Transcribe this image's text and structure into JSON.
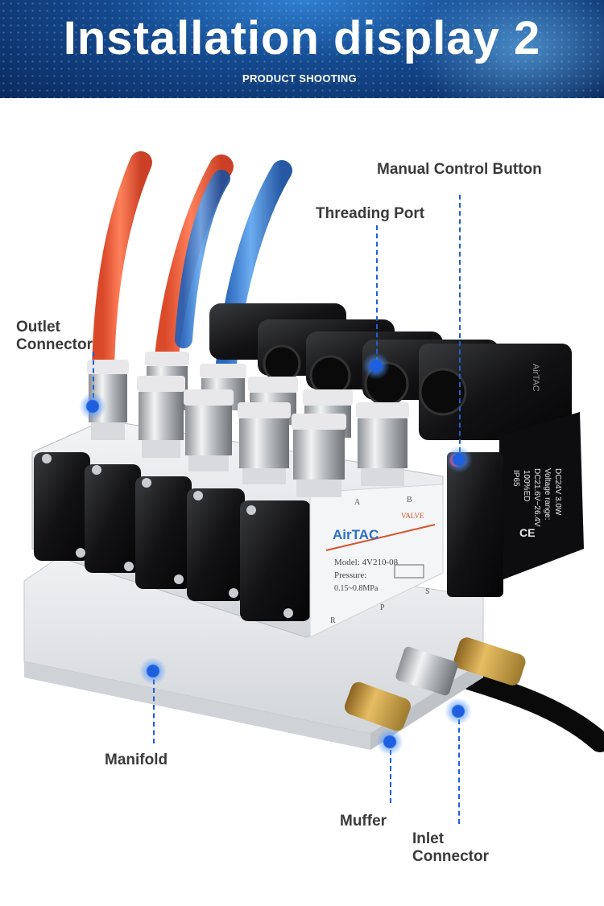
{
  "header": {
    "title": "Installation display 2",
    "subtitle": "PRODUCT SHOOTING"
  },
  "labels": {
    "manual_control_button": "Manual Control Button",
    "threading_port": "Threading Port",
    "outlet_connector_line1": "Outlet",
    "outlet_connector_line2": "Connector",
    "manifold": "Manifold",
    "muffer": "Muffer",
    "inlet_connector_line1": "Inlet",
    "inlet_connector_line2": "Connector"
  },
  "valve": {
    "brand": "AirTAC",
    "port_a": "A",
    "port_b": "B",
    "valve_word": "VALVE",
    "model": "Model: 4V210-08",
    "pressure_label": "Pressure:",
    "pressure_value": "0.15~0.8MPa",
    "port_r": "R",
    "port_p": "P",
    "port_s": "S"
  },
  "coil": {
    "brand": "AirTAC",
    "line1": "DC24V 3.0W",
    "line2": "Voltage range:",
    "line3": "DC21.6V~26.4V",
    "line4": "100%ED",
    "line5": "IP65",
    "mark": "CE"
  },
  "colors": {
    "banner_dark": "#0b2a5e",
    "banner_light": "#2f7fd0",
    "callout_blue": "#1f5fd6",
    "tube_orange": "#f0522a",
    "tube_blue": "#2f7fd6",
    "label_text": "#3a3a3a"
  }
}
